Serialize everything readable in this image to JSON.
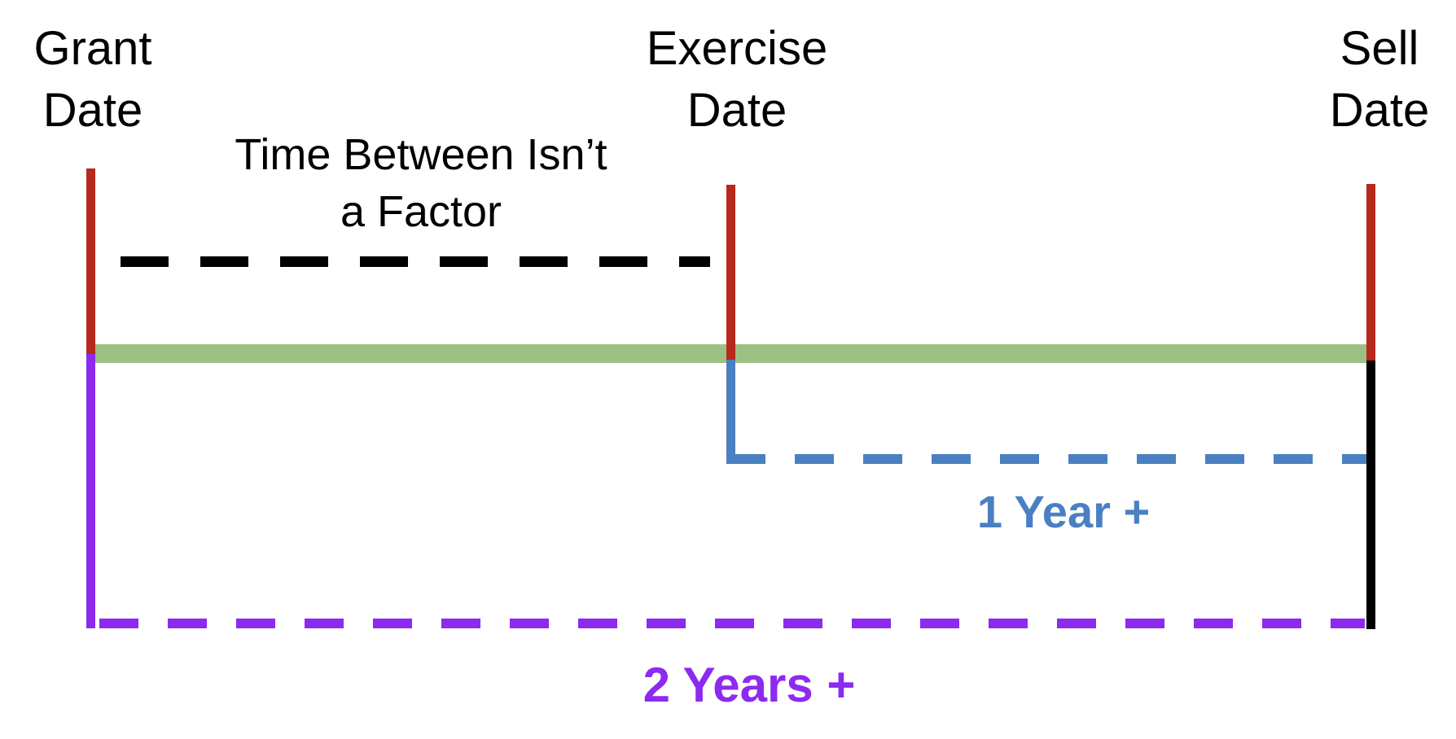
{
  "diagram": {
    "background": "#FFFFFF",
    "labels": {
      "grant": "Grant\nDate",
      "exercise": "Exercise\nDate",
      "sell": "Sell\nDate",
      "time_between": "Time Between Isn’t\na Factor",
      "one_year": "1 Year +",
      "two_years": "2 Years +"
    },
    "colors": {
      "date_tick_red": "#B7291C",
      "holding_band_green": "#9CC183",
      "one_year_blue": "#4A80C2",
      "two_years_purple": "#8C2AEF",
      "black_line": "#000000",
      "label_text": "#000000"
    }
  }
}
